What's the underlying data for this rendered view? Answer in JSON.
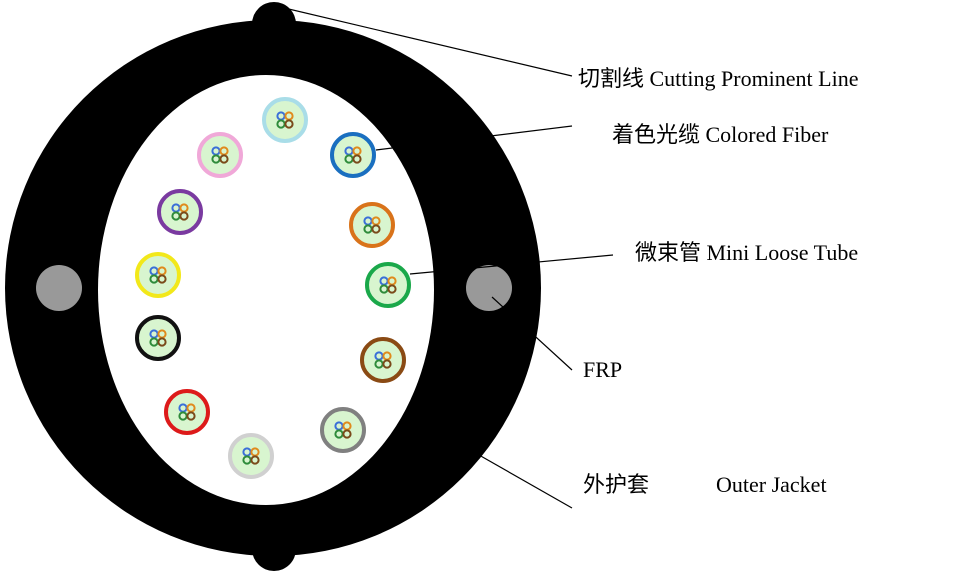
{
  "labels": {
    "cutting_line": "切割线 Cutting Prominent Line",
    "colored_fiber": "着色光缆  Colored Fiber",
    "mini_tube": "微束管  Mini Loose Tube",
    "frp": "FRP",
    "outer_jacket_zh": "外护套",
    "outer_jacket_en": "Outer Jacket"
  },
  "colors": {
    "jacket": "#000000",
    "interior": "#ffffff",
    "frp": "#999999",
    "tube_fill": "#d8f5cf",
    "fiber_blue": "#3a6fd8",
    "fiber_orange": "#e08a1c",
    "fiber_green": "#2e8b3a",
    "fiber_brown": "#7a4a1a"
  },
  "tubes": [
    {
      "id": "aqua",
      "color": "#a9dde8"
    },
    {
      "id": "blue",
      "color": "#1a6fc0"
    },
    {
      "id": "orange",
      "color": "#d9731a"
    },
    {
      "id": "green",
      "color": "#1aa84a"
    },
    {
      "id": "brown",
      "color": "#8a4a14"
    },
    {
      "id": "slate",
      "color": "#808080"
    },
    {
      "id": "white",
      "color": "#d0d0d0"
    },
    {
      "id": "red",
      "color": "#dd1a1a"
    },
    {
      "id": "black",
      "color": "#111111"
    },
    {
      "id": "yellow",
      "color": "#f2e81a"
    },
    {
      "id": "violet",
      "color": "#7a3aa0"
    },
    {
      "id": "rose",
      "color": "#f0a8d8"
    }
  ]
}
